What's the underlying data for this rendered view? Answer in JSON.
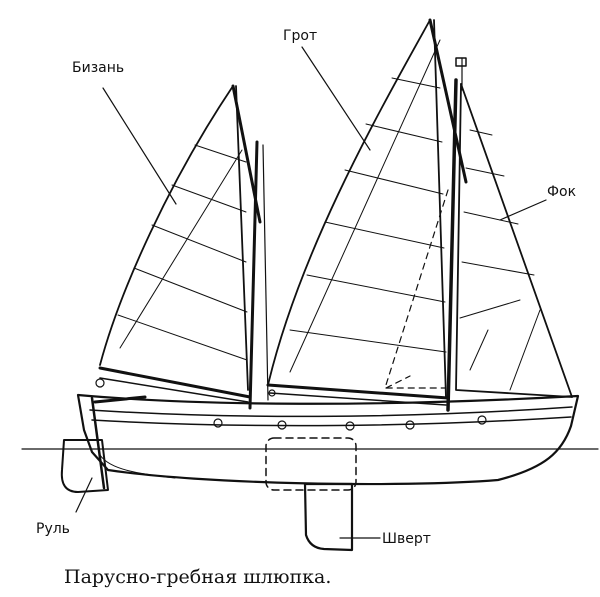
{
  "labels": {
    "mizzen": "Бизань",
    "main": "Грот",
    "jib": "Фок",
    "rudder": "Руль",
    "centerboard": "Шверт"
  },
  "caption": "Парусно-гребная шлюпка."
}
